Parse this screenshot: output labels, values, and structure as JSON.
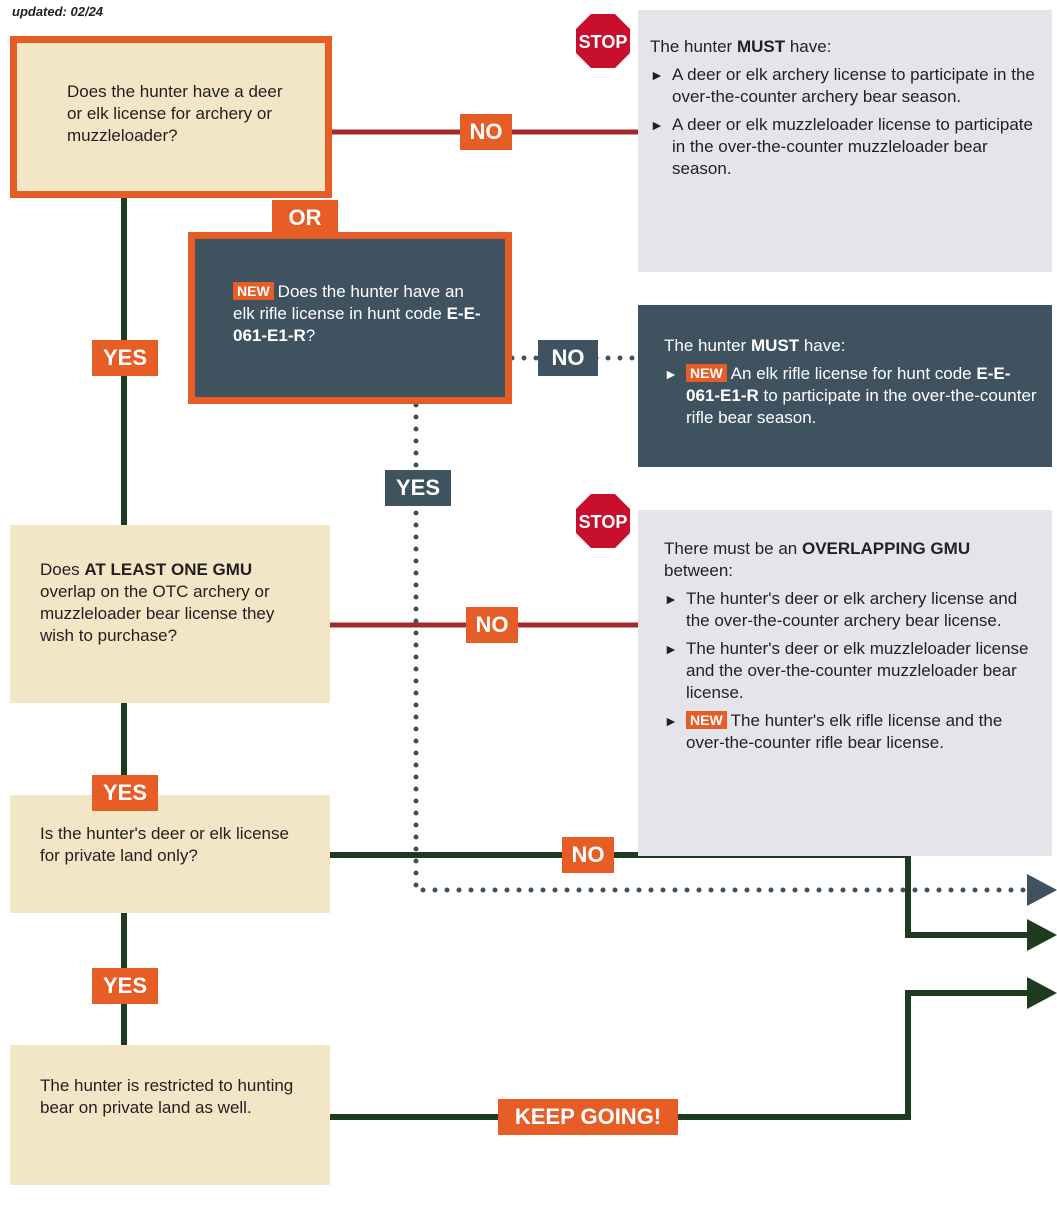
{
  "updated": "updated: 02/24",
  "q1": {
    "text": "Does the hunter have a deer or elk license for archery or muzzleloader?"
  },
  "or_label": "OR",
  "q2": {
    "new_tag": "NEW",
    "text_pre": "Does the hunter have an elk rifle license in hunt code ",
    "code": "E-E-061-E1-R",
    "text_post": "?"
  },
  "q3": {
    "pre": "Does ",
    "bold": "AT LEAST ONE GMU",
    "post": " overlap on the OTC archery or muzzleloader bear license they wish to purchase?"
  },
  "q4": {
    "text": "Is the hunter's deer or elk license for private land only?"
  },
  "q5": {
    "text": "The hunter is restricted to hunting bear on private land as well."
  },
  "stop_sign": "STOP",
  "info1": {
    "intro_pre": "The hunter ",
    "intro_bold": "MUST",
    "intro_post": " have:",
    "items": [
      "A deer or elk archery license to participate in the over-the-counter archery bear season.",
      "A deer or elk muzzleloader license to participate in the over-the-counter muzzleloader bear season."
    ]
  },
  "info2": {
    "intro_pre": "The hunter ",
    "intro_bold": "MUST",
    "intro_post": " have:",
    "new_tag": "NEW",
    "item_pre": "An elk rifle license for hunt code ",
    "item_code": "E-E-061-E1-R",
    "item_post": " to participate in the over-the-counter rifle bear season."
  },
  "info3": {
    "intro_pre": "There must be an ",
    "intro_bold": "OVERLAPPING GMU",
    "intro_post": " between:",
    "items": [
      "The hunter's deer or elk archery license and the over-the-counter archery bear license.",
      "The hunter's deer or elk muzzleloader license and the over-the-counter muzzleloader bear license."
    ],
    "new_tag": "NEW",
    "new_item": "The hunter's elk rifle license and the over-the-counter rifle bear license."
  },
  "labels": {
    "no": "NO",
    "yes": "YES",
    "keep_going": "KEEP GOING!"
  },
  "colors": {
    "orange": "#e65d25",
    "dark_slate": "#3e5260",
    "cream": "#f2e6c6",
    "grey_panel": "#e4e5ea",
    "green_line": "#1f3b1e",
    "red_line": "#a3292b",
    "stop_red": "#c8102e"
  }
}
